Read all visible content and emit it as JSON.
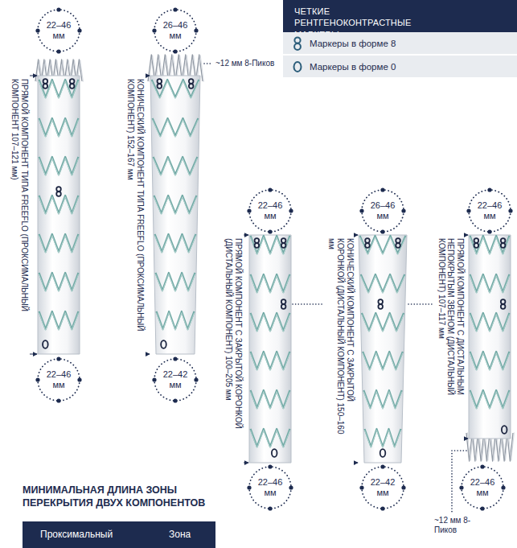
{
  "diagram": {
    "nodes": [
      {
        "text": [
          "22–46 мм"
        ]
      },
      {
        "text": [
          "26–46 мм"
        ]
      },
      {
        "text": [
          "ЧЕТКИЕ РЕНТГЕНОКОНТРАСТНЫЕ МАРКЕРЫ"
        ]
      },
      {
        "text": [
          "22–46 мм"
        ]
      },
      {
        "text": [
          "22–42 мм"
        ]
      },
      {
        "text": [
          "22–46 мм"
        ]
      },
      {
        "text": [
          "26–46 мм"
        ]
      },
      {
        "text": [
          "22–46 мм"
        ]
      },
      {
        "text": [
          "22–46 мм"
        ]
      },
      {
        "text": [
          "22–42 мм"
        ]
      },
      {
        "text": [
          "22–46 мм"
        ]
      },
      {
        "text": [
          "Проксимальный",
          "Зона"
        ]
      }
    ],
    "labels": [
      "~12 мм 8-Пиков",
      "ПРЯМОЙ КОМПОНЕНТ ТИПА FREEFLO (ПРОКСИМАЛЬНЫЙ КОМПОНЕНТ 107–121 мм)",
      "КОНИЧЕСКИЙ КОМПОНЕНТ ТИПА FREEFLO (ПРОКСИМАЛЬНЫЙ КОМПОНЕНТ) 152–167 мм",
      "ПРЯМОЙ КОМПОНЕНТ С ЗАКРЫТОЙ КОРОНКОЙ (ДИСТАЛЬНЫЙ КОМПОНЕНТ) 100–205 мм",
      "КОНИЧЕСКИЙ КОМПОНЕНТ С ЗАКРЫТОЙ КОРОНКОЙ (ДИСТАЛЬНЫЙ КОМПОНЕНТ) 150–160 мм",
      "ПРЯМОЙ КОМПОНЕНТ С ДИСТАЛЬНЫМ НЕПОКРЫТЫМ ЗВЕНОМ (ДИСТАЛЬНЫЙ КОМПОНЕНТ) 107–117 мм",
      "~12 мм 8-Пиков",
      "МИНИМАЛЬНАЯ ДЛИНА ЗОНЫ ПЕРЕКРЫТИЯ ДВУХ КОМПОНЕНТОВ"
    ],
    "legend": [
      {
        "text": "Маркеры в форме 8"
      },
      {
        "text": "Маркеры в форме 0"
      }
    ]
  }
}
